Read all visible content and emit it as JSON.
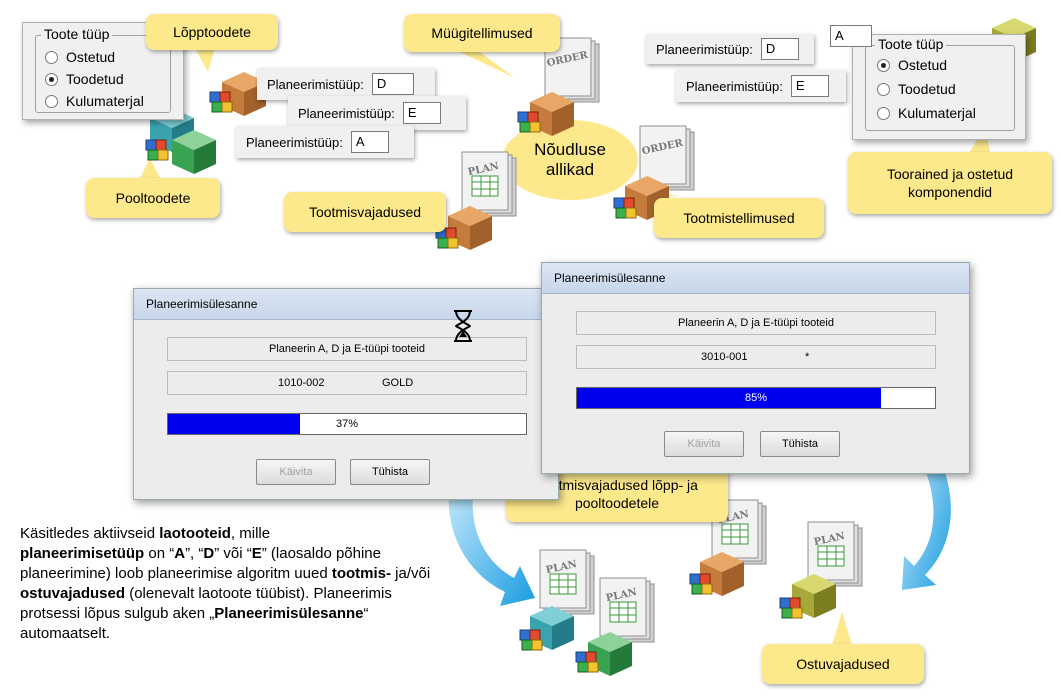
{
  "left_panel": {
    "legend": "Toote tüüp",
    "options": [
      {
        "label": "Ostetud",
        "selected": false
      },
      {
        "label": "Toodetud",
        "selected": true
      },
      {
        "label": "Kulumaterjal",
        "selected": false
      }
    ]
  },
  "right_panel": {
    "legend": "Toote tüüp",
    "options": [
      {
        "label": "Ostetud",
        "selected": true
      },
      {
        "label": "Toodetud",
        "selected": false
      },
      {
        "label": "Kulumaterjal",
        "selected": false
      }
    ]
  },
  "planning_fields": {
    "label": "Planeerimistüüp:",
    "left_d": "D",
    "left_e": "E",
    "left_a": "A",
    "right_d": "D",
    "right_a": "A",
    "right_e": "E"
  },
  "callouts": {
    "lopptoodete": "Lõpptoodete",
    "muugitellimused": "Müügitellimused",
    "pooltoodete": "Pooltoodete",
    "tootmisvajadused": "Tootmisvajadused",
    "noudluse_allikad": "Nõudluse allikad",
    "tootmistellimused": "Tootmistellimused",
    "toorained": "Toorained ja ostetud komponendid",
    "tootmisvajadused_lopp": "Tootmisvajadused lõpp- ja pooltoodetele",
    "ostuvajadused": "Ostuvajadused"
  },
  "doc_labels": {
    "order": "ORDER",
    "plan": "PLAN"
  },
  "window_left": {
    "title": "Planeerimisülesanne",
    "status": "Planeerin A, D ja E-tüüpi tooteid",
    "item_code": "1010-002",
    "item_name": "GOLD",
    "progress": 37,
    "progress_label": "37%",
    "start_button": "Käivita",
    "cancel_button": "Tühista"
  },
  "window_right": {
    "title": "Planeerimisülesanne",
    "status": "Planeerin A, D ja E-tüüpi tooteid",
    "item_code": "3010-001",
    "item_name": "*",
    "progress": 85,
    "progress_label": "85%",
    "start_button": "Käivita",
    "cancel_button": "Tühista"
  },
  "description": {
    "p1": "Käsitledes aktiivseid ",
    "b1": "laotooteid",
    "p2": ", mille ",
    "b2": "planeerimisetüüp",
    "p3": " on “",
    "b3": "A",
    "p4": "”, “",
    "b4": "D",
    "p5": "” või “",
    "b5": "E",
    "p6": "” (laosaldo põhine planeerimine)  loob planeerimise algoritm uued ",
    "b6": "tootmis-",
    "p7": " ja/või ",
    "b7": "ostuvajadused",
    "p8": " (olenevalt laotoote tüübist).  Planeerimis protsessi lõpus sulgub aken „",
    "b8": "Planeerimisülesanne",
    "p9": "“ automaatselt."
  },
  "colors": {
    "callout": "#fde98c",
    "progress": "#0000f0",
    "arrow": "#29a8e6"
  }
}
